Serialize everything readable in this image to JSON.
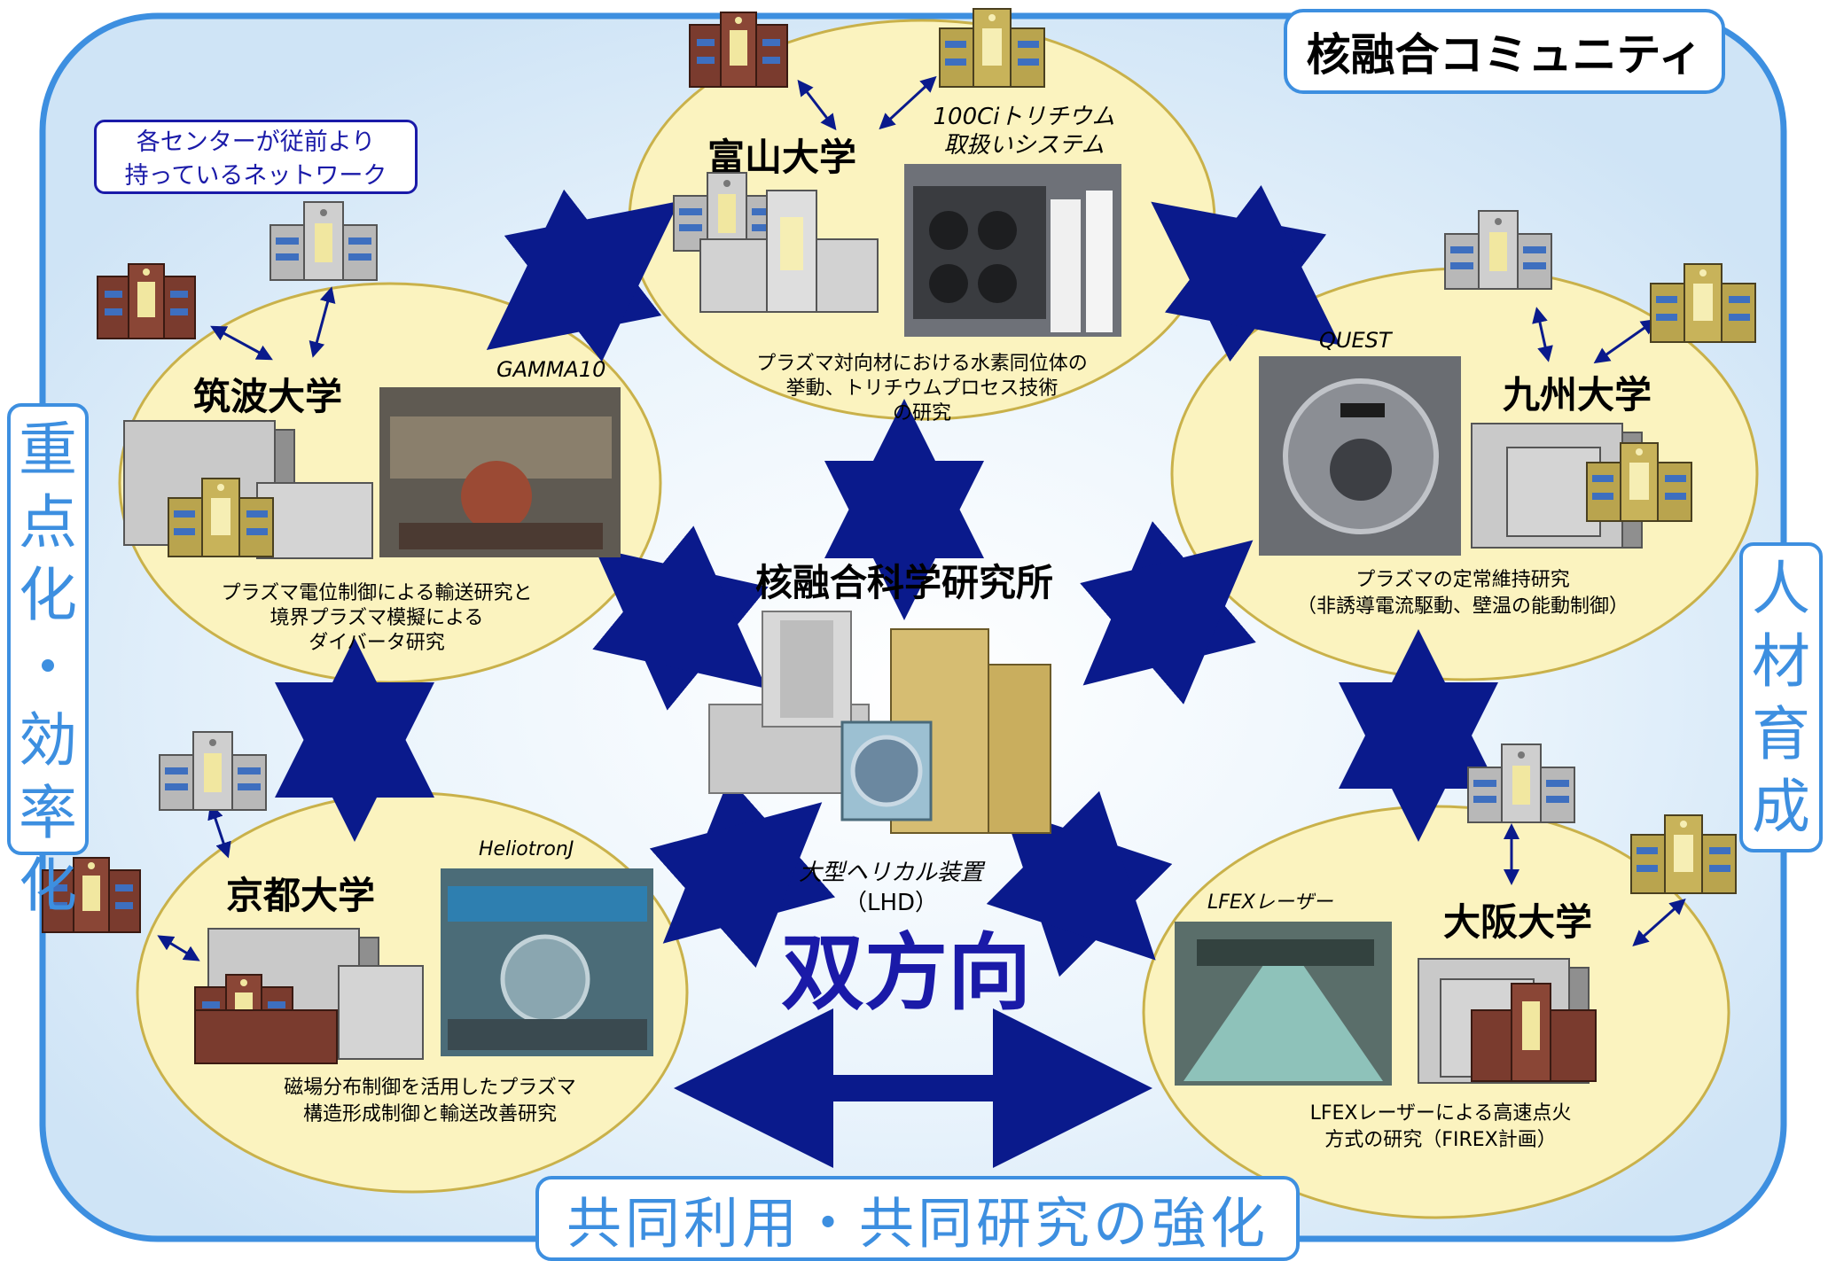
{
  "title": "核融合コミュニティ",
  "network_note": [
    "各センターが従前より",
    "持っているネットワーク"
  ],
  "left_label": [
    "重",
    "点",
    "化",
    "・",
    "効",
    "率",
    "化"
  ],
  "right_label": [
    "人",
    "材",
    "育",
    "成"
  ],
  "bottom_label": "共同利用・共同研究の強化",
  "center": {
    "name": "核融合科学研究所",
    "device": [
      "大型ヘリカル装置",
      "（LHD）"
    ],
    "bidirectional": "双方向"
  },
  "universities": {
    "toyama": {
      "name": "富山大学",
      "facility": [
        "100Ciトリチウム",
        "取扱いシステム"
      ],
      "research": [
        "プラズマ対向材における水素同位体の",
        "挙動、トリチウムプロセス技術",
        "の研究"
      ]
    },
    "tsukuba": {
      "name": "筑波大学",
      "facility": "GAMMA10",
      "research": [
        "プラズマ電位制御による輸送研究と",
        "境界プラズマ模擬による",
        "ダイバータ研究"
      ]
    },
    "kyushu": {
      "name": "九州大学",
      "facility": "QUEST",
      "research": [
        "プラズマの定常維持研究",
        "（非誘導電流駆動、壁温の能動制御）"
      ]
    },
    "kyoto": {
      "name": "京都大学",
      "facility": "HeliotronJ",
      "research": [
        "磁場分布制御を活用したプラズマ",
        "構造形成制御と輸送改善研究"
      ]
    },
    "osaka": {
      "name": "大阪大学",
      "facility": "LFEXレーザー",
      "research": [
        "LFEXレーザーによる高速点火",
        "方式の研究（FIREX計画）"
      ]
    }
  },
  "colors": {
    "frame": "#3d8fe0",
    "arrow": "#0a1a8c",
    "ellipse": "#fbf3bf",
    "ellipse_stroke": "#c9b14a",
    "navy_text": "#1a1aa8"
  }
}
